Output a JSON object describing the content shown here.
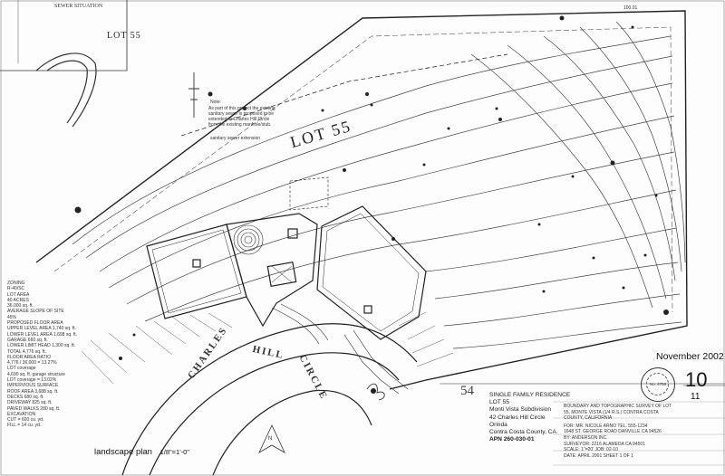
{
  "labels": {
    "sewer_situation": "SEWER SITUATION",
    "lot_top": "LOT 55",
    "lot_main": "LOT 55",
    "street_a": "CHARLES",
    "street_b": "HILL",
    "street_c": "CIRCLE",
    "note_title": "Note:",
    "note_body_1": "As part of this project the existing",
    "note_body_2": "sanitary sewer is proposed to be",
    "note_body_3": "extended to Charles Hill Circle",
    "note_body_4": "from the existing manhole/stub.",
    "note_body_5": "sanitary sewer extension",
    "lot_number_marker": "54",
    "north": "N",
    "top_right_code": "100.01"
  },
  "zoning": {
    "lines": [
      "ZONING",
      "R-40/SC",
      "LOT AREA",
      "40 ACRES",
      "36,000 sq. ft.",
      "AVERAGE SLOPE OF SITE",
      "45%",
      "PROPOSED FLOOR AREA",
      "UPPER LEVEL AREA 1,740 sq. ft.",
      "LOWER LEVEL AREA 1,698 sq. ft.",
      "GARAGE 660 sq. ft.",
      "LOWER LIMIT HEAD 1,300 sq. ft.",
      "TOTAL 4,776 sq. ft.",
      "FLOOR AREA RATIO",
      "4,776 / 36,000 = 13.27%",
      "LOT coverage",
      "4,690 sq. ft. garage structure",
      "LOT coverage = 13.02%",
      "IMPERVIOUS SURFACE",
      "ROOF AREA 3,688 sq. ft.",
      "DECKS 680 sq. ft.",
      "DRIVEWAY 825 sq. ft.",
      "PAVED WALKS 280 sq. ft.",
      "EXCAVATION",
      "CUT = 600 cu. yd.",
      "FILL = 14 cu. yd."
    ]
  },
  "title_block": {
    "date": "November 2002",
    "sheet_number": "10",
    "sheet_total": "11",
    "project_type": "SINGLE FAMILY RESIDENCE",
    "lot": "LOT 55",
    "subdivision": "Monti Vista Subdivision",
    "address": "42 Charles Hill Circle",
    "city": "Orinda",
    "county": "Contra Costa County, CA",
    "apn": "APN 260-030-01"
  },
  "survey_notes": {
    "line_1": "BOUNDARY AND TOPOGRAPHIC SURVEY OF LOT",
    "line_2": "55, MONTE VISTA (1/4 R.S.) CONTRA COSTA",
    "line_3": "COUNTY, CALIFORNIA",
    "line_4": "FOR: MR. NICOLE ARNO TEL. 555-1234",
    "line_5": "1648 ST. GEORGE ROAD DANVILLE CA 94526",
    "line_6": "BY: ANDERSON INC.",
    "line_7": "SURVEYOR: 2216 ALAMEDA CA 94501",
    "line_8": "SCALE: 1\"=20' JOB: 02-10",
    "line_9": "DATE: APRIL 2001 SHEET 1 OF 1"
  },
  "seal": {
    "text": "No. 4756"
  },
  "caption": {
    "title": "landscape plan",
    "scale": "1/8\"=1'-0\""
  },
  "colors": {
    "ink": "#222222",
    "paper": "#fdfdfd",
    "contour": "#444444"
  }
}
